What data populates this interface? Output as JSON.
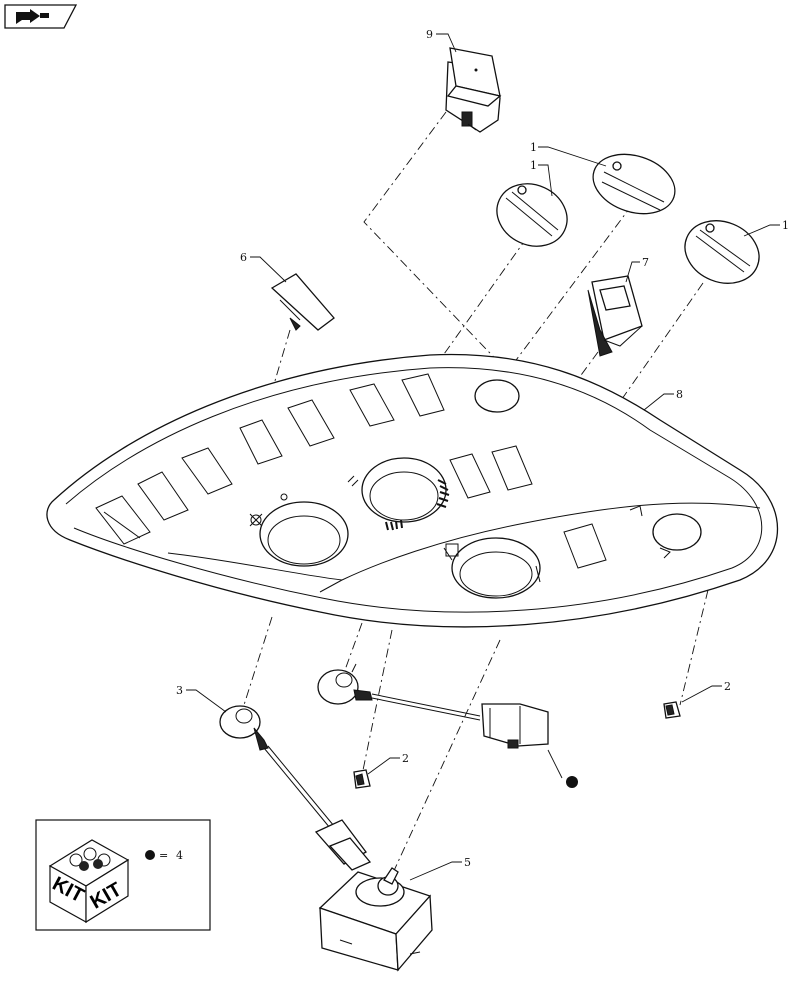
{
  "callouts": {
    "c1a": "1",
    "c1b": "1",
    "c1c": "1",
    "c2a": "2",
    "c2b": "2",
    "c3": "3",
    "c4": "4",
    "c5": "5",
    "c6": "6",
    "c7": "7",
    "c8": "8",
    "c9": "9"
  },
  "kit_legend": {
    "kit_label_left": "KIT",
    "kit_label_right": "KIT",
    "equals_sign": "=",
    "item_ref": "4"
  },
  "icons": {
    "nav": "page-back-arrow-icon",
    "fan": "fan-icon",
    "temp": "temperature-icon",
    "recirc": "air-recirculation-icon",
    "kit_marker": "filled-dot-icon"
  }
}
